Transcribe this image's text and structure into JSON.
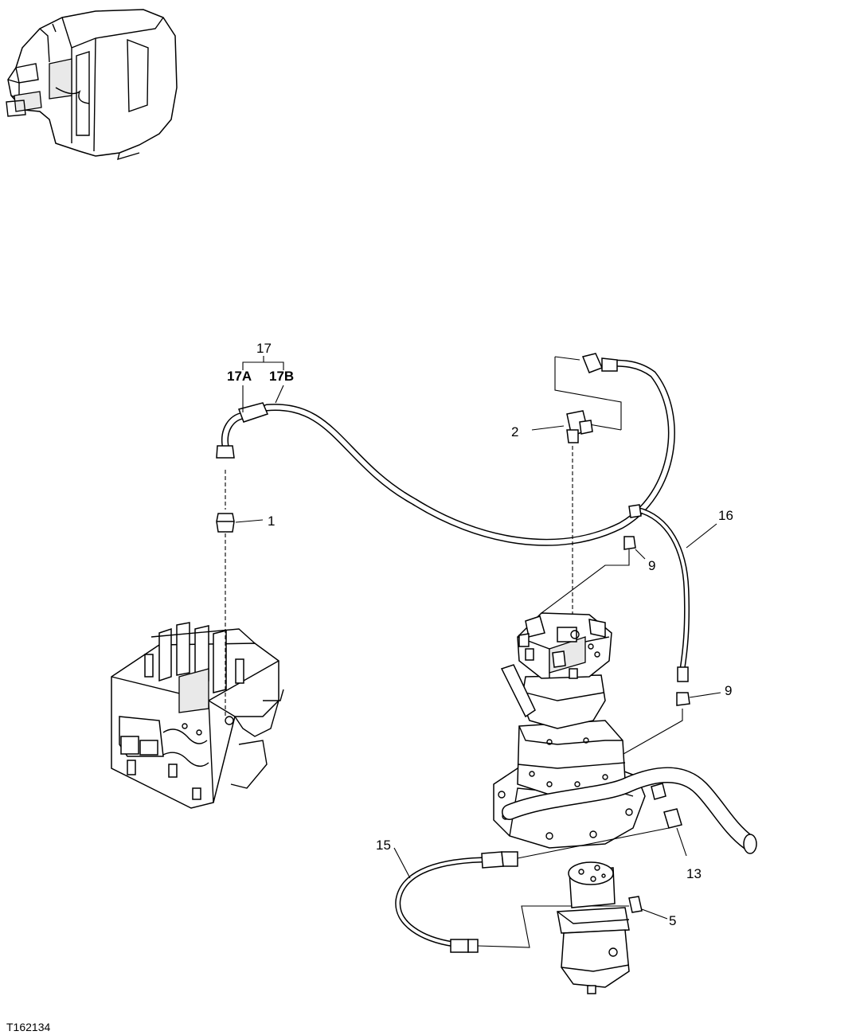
{
  "figure_id": "T162134",
  "callouts": {
    "c17": "17",
    "c17a": "17A",
    "c17b": "17B",
    "c1": "1",
    "c2": "2",
    "c16": "16",
    "c9a": "9",
    "c9b": "9",
    "c15": "15",
    "c13": "13",
    "c5": "5"
  },
  "icons": {
    "machine": "excavator-cab-locator-icon",
    "control_valve": "control-valve-icon",
    "swing_motor": "swing-motor-icon",
    "center_joint": "center-joint-icon"
  }
}
